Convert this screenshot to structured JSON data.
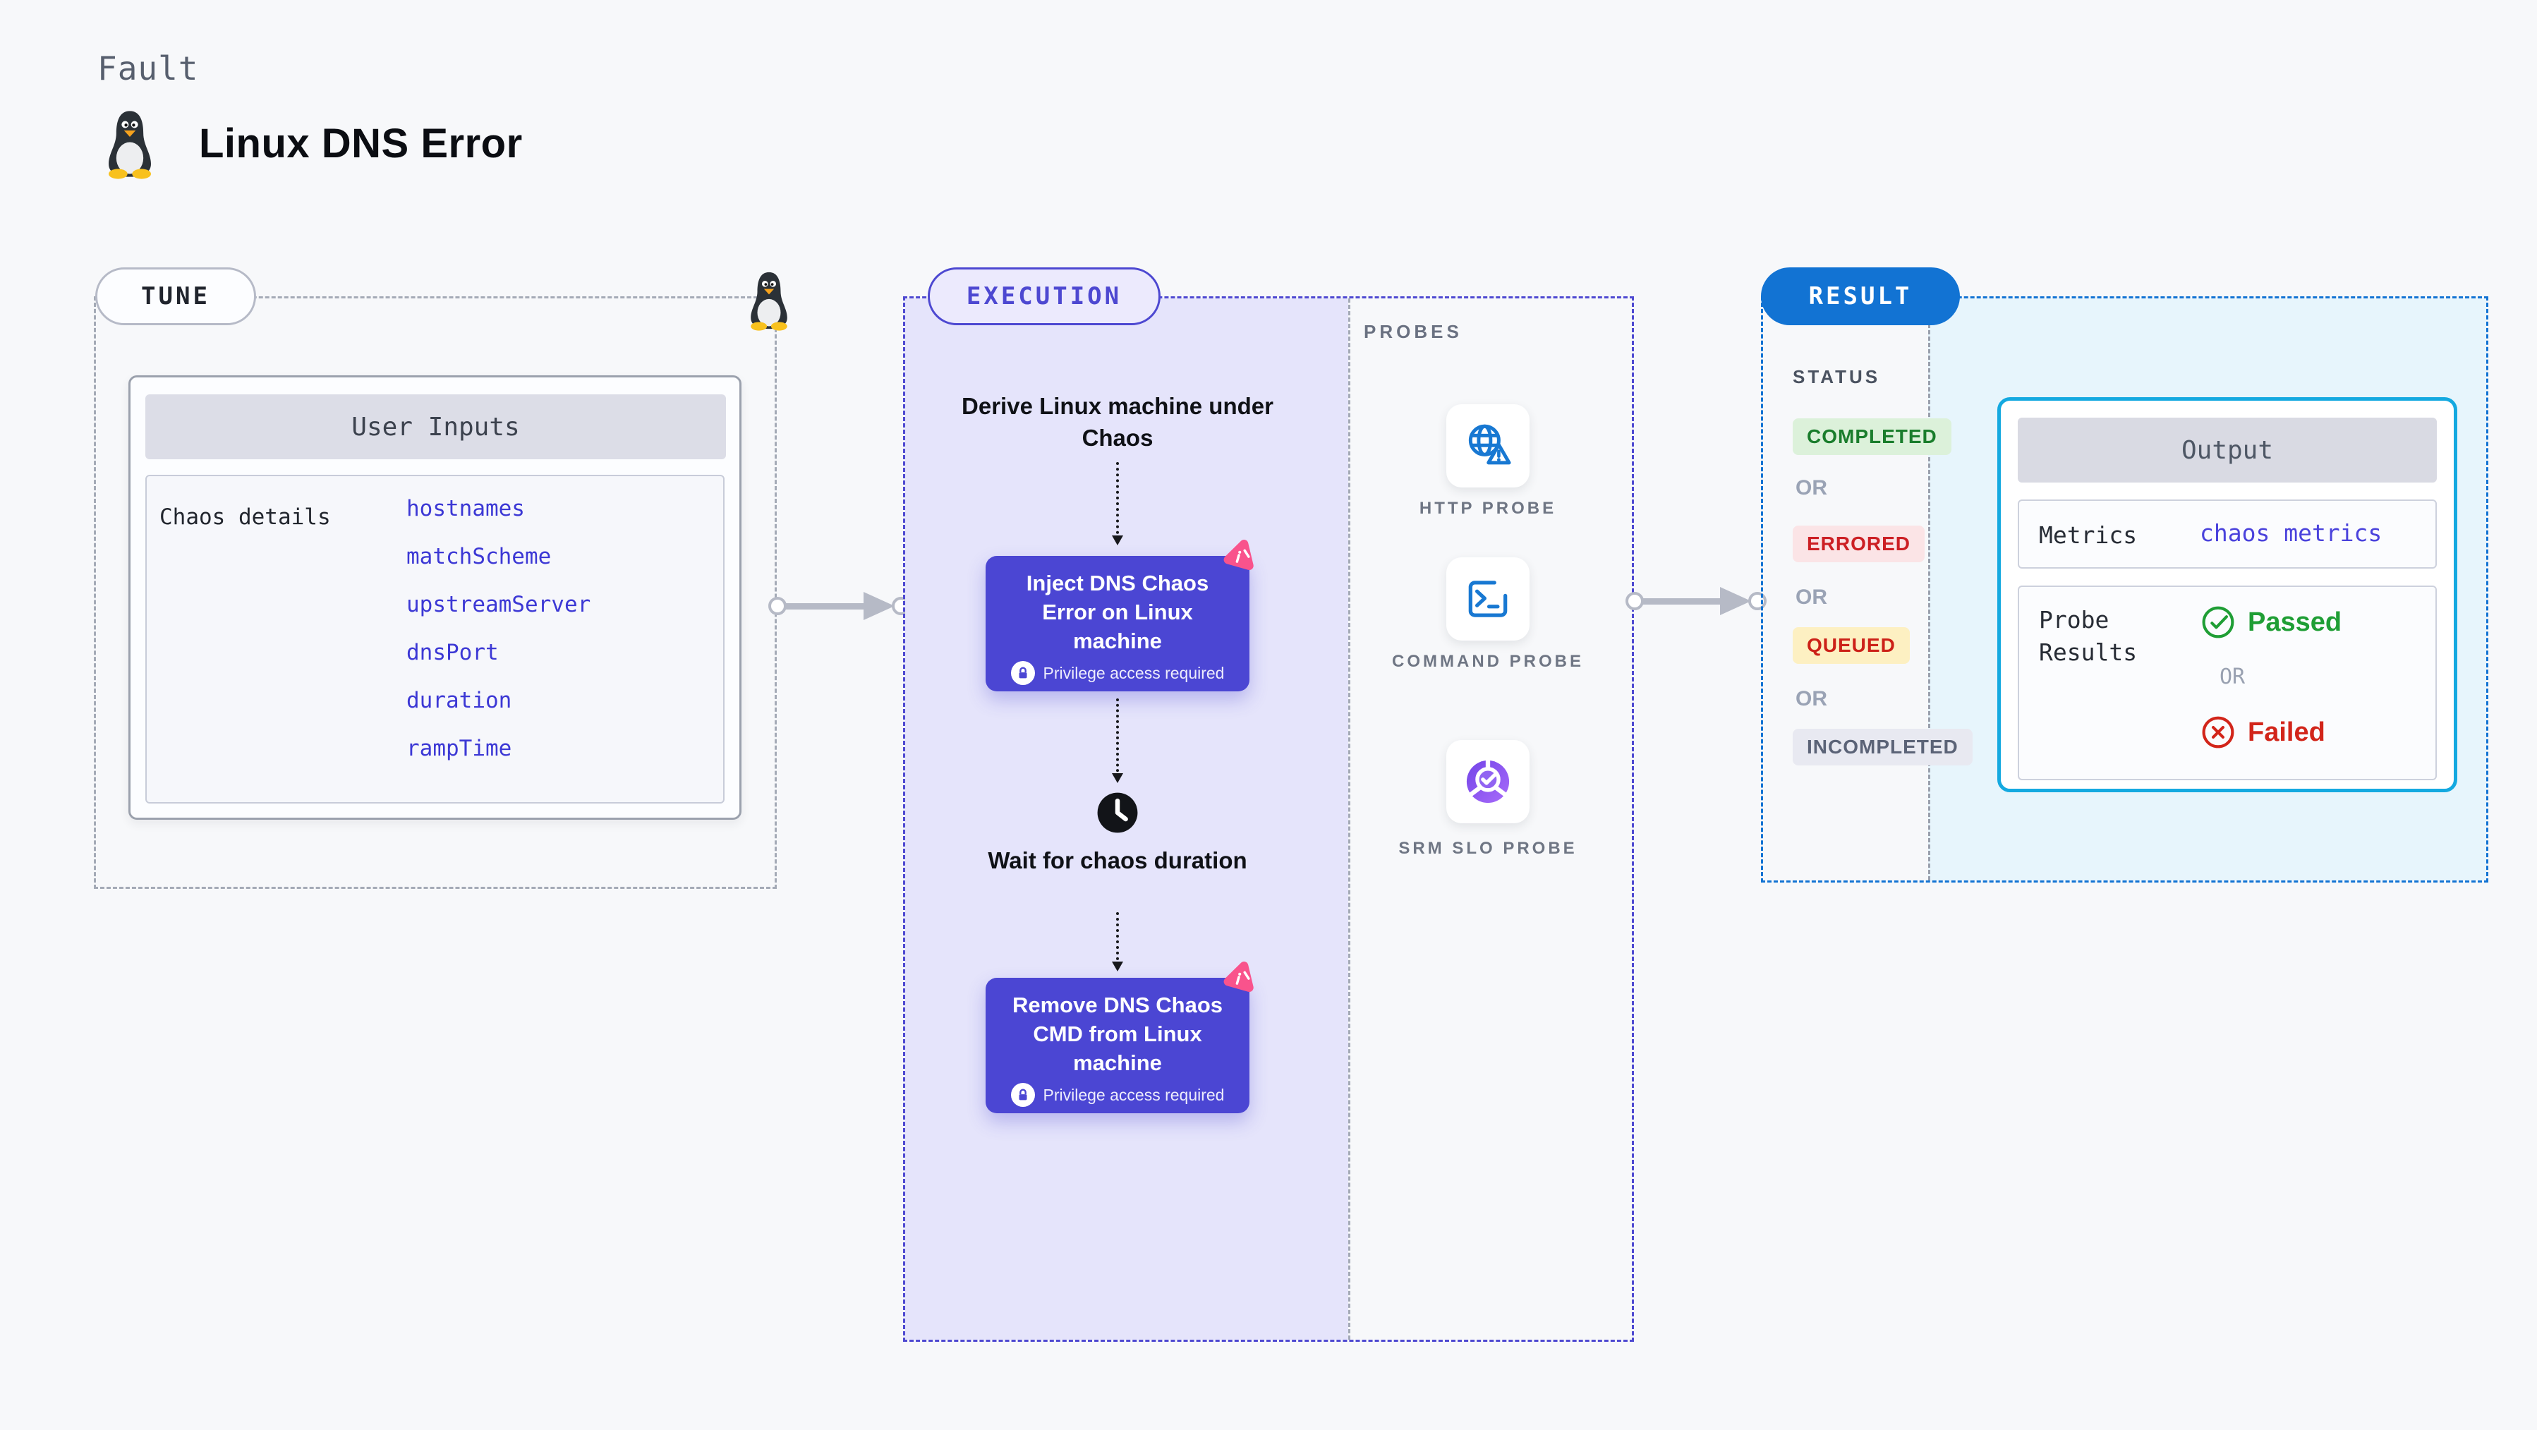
{
  "header": {
    "kicker": "Fault",
    "title": "Linux DNS Error",
    "logo_icon": "tux-penguin"
  },
  "tune": {
    "badge": "TUNE",
    "corner_icon": "tux-penguin",
    "card": {
      "header": "User Inputs",
      "row_label": "Chaos details",
      "inputs": [
        "hostnames",
        "matchScheme",
        "upstreamServer",
        "dnsPort",
        "duration",
        "rampTime"
      ]
    }
  },
  "execution": {
    "badge": "EXECUTION",
    "steps": {
      "derive": "Derive Linux machine under Chaos",
      "inject": "Inject DNS Chaos Error on Linux machine",
      "wait": "Wait for chaos duration",
      "remove": "Remove DNS Chaos CMD from Linux machine"
    },
    "privilege_note": "Privilege access required"
  },
  "probes": {
    "label": "PROBES",
    "items": [
      {
        "name": "HTTP PROBE",
        "icon": "globe-warning-icon"
      },
      {
        "name": "COMMAND PROBE",
        "icon": "terminal-icon"
      },
      {
        "name": "SRM SLO PROBE",
        "icon": "slo-pie-check-icon"
      }
    ]
  },
  "result": {
    "badge": "RESULT",
    "status_label": "STATUS",
    "or_label": "OR",
    "statuses": [
      {
        "label": "COMPLETED",
        "fg": "#1a7d2c",
        "bg": "#dcf1da"
      },
      {
        "label": "ERRORED",
        "fg": "#cc1f24",
        "bg": "#fbe4e6"
      },
      {
        "label": "QUEUED",
        "fg": "#cc2118",
        "bg": "#fdf0c2"
      },
      {
        "label": "INCOMPLETED",
        "fg": "#5b6377",
        "bg": "#e8e9f1"
      }
    ],
    "output": {
      "header": "Output",
      "metrics_label": "Metrics",
      "metrics_value": "chaos metrics",
      "probe_results_label": "Probe Results",
      "passed": "Passed",
      "or_label": "OR",
      "failed": "Failed"
    }
  },
  "colors": {
    "page_bg": "#f7f8fa",
    "node_indigo": "#4b46d3",
    "execution_border": "#4e49d1",
    "execution_bg": "#e5e4fb",
    "result_border": "#1273d3",
    "result_bg": "#e7f5fc",
    "output_border": "#14a9e0",
    "link_blue": "#3c38d5",
    "probe_icon_blue": "#1878d2",
    "slo_purple": "#8b5cf6",
    "passed_green": "#1f9e35",
    "failed_red": "#d2251a",
    "pink_badge": "#f9538c",
    "arrow_gray": "#b6bac6"
  }
}
